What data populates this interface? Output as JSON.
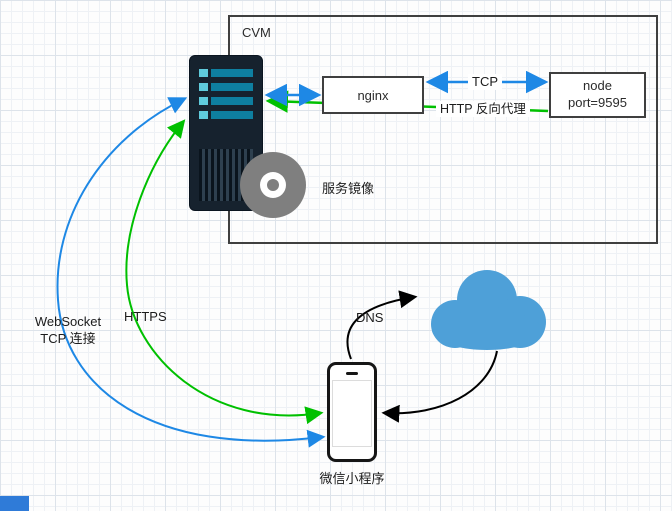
{
  "diagram": {
    "cvm": {
      "label": "CVM"
    },
    "nginx": {
      "label": "nginx"
    },
    "node": {
      "line1": "node",
      "line2": "port=9595"
    },
    "disc": {
      "label": "服务镜像"
    },
    "phone": {
      "label": "微信小程序"
    },
    "cloud": {
      "color": "#4EA0D8"
    },
    "edges": {
      "server_nginx": {
        "color": "#1E88E5"
      },
      "tcp": {
        "label": "TCP",
        "color": "#1E88E5"
      },
      "http_proxy": {
        "label": "HTTP 反向代理",
        "color": "#00C000"
      },
      "websocket": {
        "label_line1": "WebSocket",
        "label_line2": "TCP 连接",
        "color": "#1E88E5"
      },
      "https": {
        "label": "HTTPS",
        "color": "#00C000"
      },
      "dns": {
        "label": "DNS",
        "color": "#000000"
      },
      "cloud_to_phone": {
        "color": "#000000"
      }
    },
    "icons": {
      "server": "server-tower-icon",
      "disc": "disk-image-icon",
      "cloud": "cloud-icon",
      "phone": "smartphone-icon"
    },
    "colors": {
      "blue": "#1E88E5",
      "green": "#00C000",
      "black": "#000000",
      "cloud_blue": "#4EA0D8",
      "server_body": "#16222E",
      "server_stripe": "#0E7FA0",
      "server_chip": "#5FCBDC",
      "disc_gray": "#7F7F7F",
      "box_border": "#3F3F3F",
      "corner_badge_blue": "#2F7BD8"
    }
  }
}
